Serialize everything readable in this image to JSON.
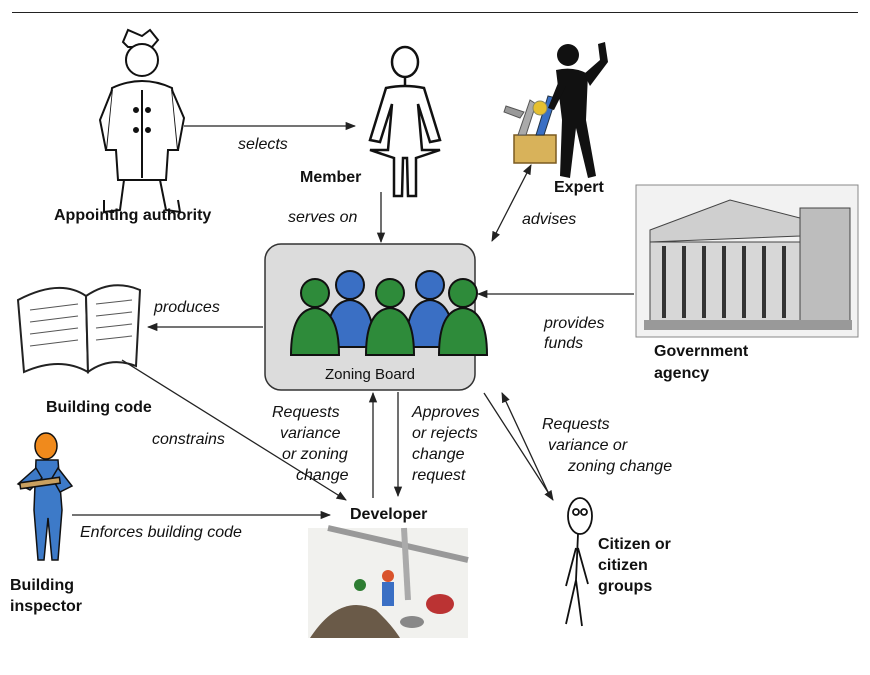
{
  "board": {
    "label": "Zoning Board"
  },
  "nodes": {
    "appointing_authority": "Appointing authority",
    "member": "Member",
    "expert": "Expert",
    "government_agency_1": "Government",
    "government_agency_2": "agency",
    "building_code": "Building code",
    "building_inspector_1": "Building",
    "building_inspector_2": "inspector",
    "developer": "Developer",
    "citizen_1": "Citizen or",
    "citizen_2": "citizen",
    "citizen_3": "groups"
  },
  "edges": {
    "selects": "selects",
    "serves_on": "serves on",
    "advises": "advises",
    "provides_1": "provides",
    "provides_2": "funds",
    "produces": "produces",
    "constrains": "constrains",
    "enforces": "Enforces building code",
    "dev_req_1": "Requests",
    "dev_req_2": "variance",
    "dev_req_3": "or zoning",
    "dev_req_4": "change",
    "approves_1": "Approves",
    "approves_2": "or rejects",
    "approves_3": "change",
    "approves_4": "request",
    "cit_req_1": "Requests",
    "cit_req_2": "variance or",
    "cit_req_3": "zoning change"
  },
  "colors": {
    "board_fill": "#dcdcdc",
    "person_green": "#2e8b3a",
    "person_blue": "#3a6fc4",
    "inspector_body": "#3d7ac8",
    "inspector_head": "#f08a1c"
  }
}
